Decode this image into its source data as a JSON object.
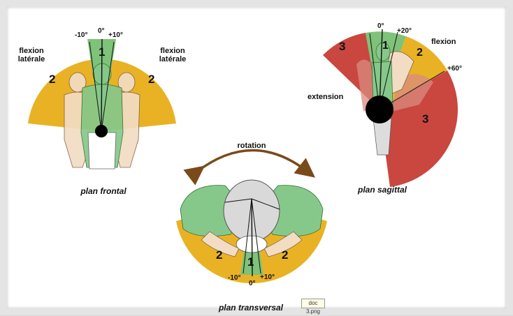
{
  "colors": {
    "zone1": "#7fc27a",
    "zone2": "#e9b224",
    "zone3": "#c9473e",
    "body_skin": "#f2dcc3",
    "body_green": "#86c88a",
    "body_grey": "#d9d9d9",
    "pivot": "#000000",
    "accent_text": "#8a5a1a"
  },
  "frontal": {
    "angle_left": "-10°",
    "angle_zero": "0°",
    "angle_right": "+10°",
    "side_left": "flexion\nlatérale",
    "side_right": "flexion\nlatérale",
    "zone1_num": "1",
    "zone2_left_num": "2",
    "zone2_right_num": "2",
    "caption": "plan frontal"
  },
  "sagittal": {
    "angle_zero": "0°",
    "angle_20": "+20°",
    "angle_60": "+60°",
    "flexion_label": "flexion",
    "extension_label": "extension",
    "zone1_num": "1",
    "zone2_num": "2",
    "zone3_top_num": "3",
    "zone3_bottom_num": "3",
    "caption": "plan sagittal"
  },
  "transversal": {
    "rotation_label": "rotation",
    "angle_left": "-10°",
    "angle_zero": "0°",
    "angle_right": "+10°",
    "zone1_num": "1",
    "zone2_left_num": "2",
    "zone2_right_num": "2",
    "caption": "plan transversal"
  },
  "file_tag": "doc 3.png",
  "icons": [
    "rotation-arrow-icon",
    "pivot-dot-icon"
  ]
}
